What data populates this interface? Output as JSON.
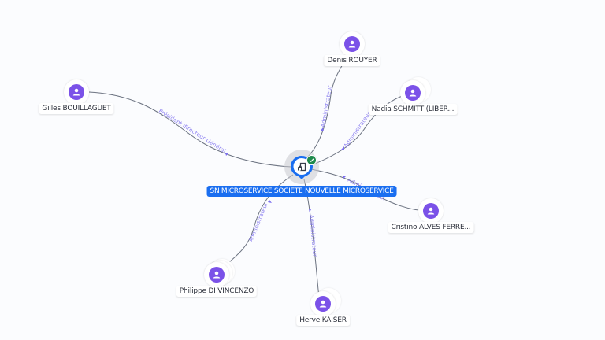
{
  "graph": {
    "center": {
      "label": "SN MICROSERVICE SOCIETE NOUVELLE MICROSERVICE",
      "icon": "building-icon",
      "status_icon": "check-icon",
      "pin_color": "#1a6ef0",
      "status_color": "#1f8a4c"
    },
    "nodes": [
      {
        "id": "denis",
        "label": "Denis ROUYER",
        "icon": "person-icon"
      },
      {
        "id": "nadia",
        "label": "Nadia SCHMITT (LIBER...",
        "icon": "person-icon"
      },
      {
        "id": "gilles",
        "label": "Gilles BOUILLAGUET",
        "icon": "person-icon"
      },
      {
        "id": "cristino",
        "label": "Cristino ALVES FERRE...",
        "icon": "person-icon"
      },
      {
        "id": "philippe",
        "label": "Philippe DI VINCENZO",
        "icon": "person-icon"
      },
      {
        "id": "herve",
        "label": "Herve KAISER",
        "icon": "person-icon"
      }
    ],
    "edges": [
      {
        "from": "denis",
        "label": "Administrateur"
      },
      {
        "from": "nadia",
        "label": "Administrateur"
      },
      {
        "from": "gilles",
        "label": "Président directeur Général"
      },
      {
        "from": "cristino",
        "label": "Administrateur"
      },
      {
        "from": "philippe",
        "label": "Administrateur"
      },
      {
        "from": "herve",
        "label": "Administrateur"
      }
    ],
    "colors": {
      "avatar": "#7b52e8",
      "edge": "#6b7280",
      "edge_label": "#8b7ff0",
      "background": "#fbfcfe"
    }
  }
}
